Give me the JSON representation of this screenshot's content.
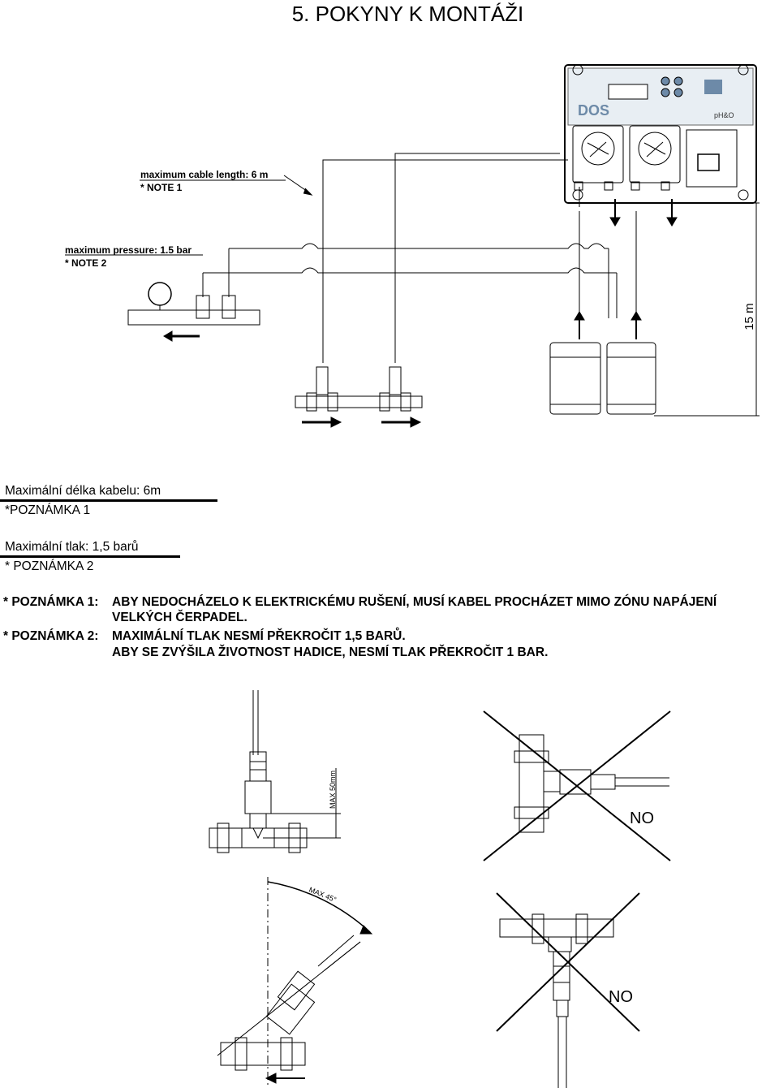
{
  "title": "5. POKYNY K MONTÁŽI",
  "top_diagram": {
    "cable_label": "maximum cable length: 6 m",
    "cable_note": "* NOTE 1",
    "pressure_label": "maximum pressure: 1.5 bar",
    "pressure_note": "* NOTE 2",
    "distance_label": "15 m",
    "panel_logo": "DOS",
    "panel_model": "pH&O"
  },
  "legend": {
    "cable": "Maximální délka kabelu: 6m",
    "cable_note": "*POZNÁMKA 1",
    "pressure": "Maximální tlak: 1,5 barů",
    "pressure_note": "* POZNÁMKA 2"
  },
  "notes": {
    "note1_prefix": "* POZNÁMKA 1:",
    "note1_line1": "ABY NEDOCHÁZELO K ELEKTRICKÉMU RUŠENÍ, MUSÍ KABEL PROCHÁZET MIMO ZÓNU NAPÁJENÍ",
    "note1_line2": "VELKÝCH ČERPADEL.",
    "note2_prefix": "* POZNÁMKA 2:",
    "note2_line1": "MAXIMÁLNÍ TLAK NESMÍ PŘEKROČIT 1,5 BARŮ.",
    "note2_line2": "ABY SE ZVÝŠILA ŽIVOTNOST HADICE, NESMÍ TLAK PŘEKROČIT 1 BAR."
  },
  "bottom_diagrams": {
    "max_depth": "MAX 50mm",
    "max_angle": "MAX 45°",
    "no_label_1": "NO",
    "no_label_2": "NO"
  }
}
